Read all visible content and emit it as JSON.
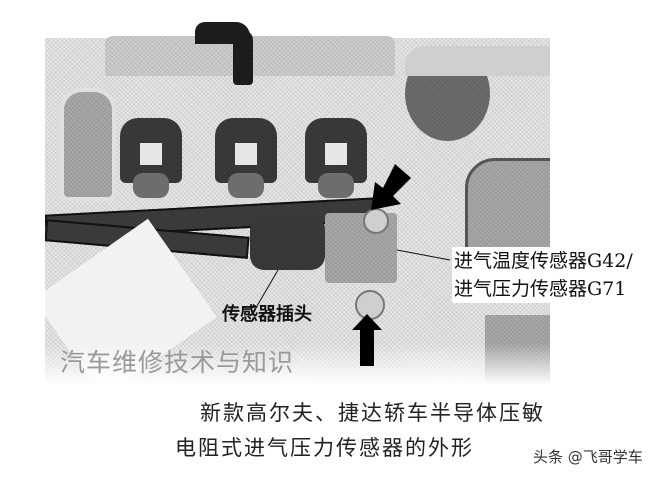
{
  "figure": {
    "callouts": {
      "sensor_line1": "进气温度传感器G42/",
      "sensor_line2": "进气压力传感器G71",
      "plug": "传感器插头"
    },
    "watermark": "汽车维修技术与知识",
    "caption": {
      "line1": "新款高尔夫、捷达轿车半导体压敏",
      "line2": "电阻式进气压力传感器的外形"
    },
    "credit": "头条 @飞哥学车",
    "components": {
      "connectors_count": 3,
      "arrows_count": 2
    }
  }
}
